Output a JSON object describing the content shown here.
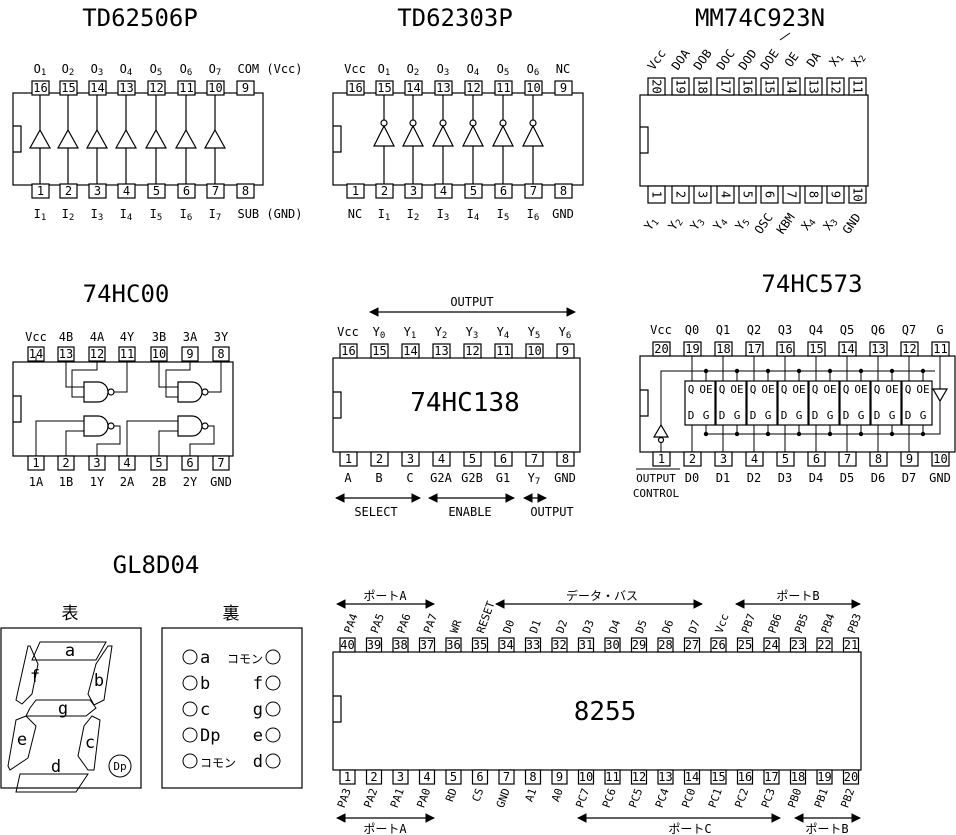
{
  "td62506p": {
    "title": "TD62506P",
    "top_labels": [
      "O1",
      "O2",
      "O3",
      "O4",
      "O5",
      "O6",
      "O7",
      "COM (Vcc)"
    ],
    "top_pins": [
      "16",
      "15",
      "14",
      "13",
      "12",
      "11",
      "10",
      "9"
    ],
    "bottom_pins": [
      "1",
      "2",
      "3",
      "4",
      "5",
      "6",
      "7",
      "8"
    ],
    "bottom_labels": [
      "I1",
      "I2",
      "I3",
      "I4",
      "I5",
      "I6",
      "I7",
      "SUB (GND)"
    ]
  },
  "td62303p": {
    "title": "TD62303P",
    "top_labels": [
      "Vcc",
      "O1",
      "O2",
      "O3",
      "O4",
      "O5",
      "O6",
      "NC"
    ],
    "top_pins": [
      "16",
      "15",
      "14",
      "13",
      "12",
      "11",
      "10",
      "9"
    ],
    "bottom_pins": [
      "1",
      "2",
      "3",
      "4",
      "5",
      "6",
      "7",
      "8"
    ],
    "bottom_labels": [
      "NC",
      "I1",
      "I2",
      "I3",
      "I4",
      "I5",
      "I6",
      "GND"
    ]
  },
  "mm74c923n": {
    "title": "MM74C923N",
    "top_labels": [
      "Vcc",
      "DOA",
      "DOB",
      "DOC",
      "DOD",
      "DOE",
      "OE",
      "DA",
      "X1",
      "X2"
    ],
    "top_pins": [
      "20",
      "19",
      "18",
      "17",
      "16",
      "15",
      "14",
      "13",
      "12",
      "11"
    ],
    "bottom_pins": [
      "1",
      "2",
      "3",
      "4",
      "5",
      "6",
      "7",
      "8",
      "9",
      "10"
    ],
    "bottom_labels": [
      "Y1",
      "Y2",
      "Y3",
      "Y4",
      "Y5",
      "OSC",
      "KBM",
      "X4",
      "X3",
      "GND"
    ]
  },
  "hc00": {
    "title": "74HC00",
    "top_labels": [
      "Vcc",
      "4B",
      "4A",
      "4Y",
      "3B",
      "3A",
      "3Y"
    ],
    "top_pins": [
      "14",
      "13",
      "12",
      "11",
      "10",
      "9",
      "8"
    ],
    "bottom_pins": [
      "1",
      "2",
      "3",
      "4",
      "5",
      "6",
      "7"
    ],
    "bottom_labels": [
      "1A",
      "1B",
      "1Y",
      "2A",
      "2B",
      "2Y",
      "GND"
    ]
  },
  "hc138": {
    "chip_label": "74HC138",
    "output_label": "OUTPUT",
    "top_labels": [
      "Vcc",
      "Y0",
      "Y1",
      "Y2",
      "Y3",
      "Y4",
      "Y5",
      "Y6"
    ],
    "top_pins": [
      "16",
      "15",
      "14",
      "13",
      "12",
      "11",
      "10",
      "9"
    ],
    "bottom_pins": [
      "1",
      "2",
      "3",
      "4",
      "5",
      "6",
      "7",
      "8"
    ],
    "bottom_labels": [
      "A",
      "B",
      "C",
      "G2A",
      "G2B",
      "G1",
      "Y7",
      "GND"
    ],
    "select_label": "SELECT",
    "enable_label": "ENABLE",
    "output_label_bottom": "OUTPUT"
  },
  "hc573": {
    "title": "74HC573",
    "top_labels": [
      "Vcc",
      "Q0",
      "Q1",
      "Q2",
      "Q3",
      "Q4",
      "Q5",
      "Q6",
      "Q7",
      "G"
    ],
    "top_pins": [
      "20",
      "19",
      "18",
      "17",
      "16",
      "15",
      "14",
      "13",
      "12",
      "11"
    ],
    "bottom_pins": [
      "1",
      "2",
      "3",
      "4",
      "5",
      "6",
      "7",
      "8",
      "9",
      "10"
    ],
    "bottom_labels": [
      "",
      "D0",
      "D1",
      "D2",
      "D3",
      "D4",
      "D5",
      "D6",
      "D7",
      "GND"
    ],
    "cell_q": "Q",
    "cell_oe": "OE",
    "cell_d": "D",
    "cell_g": "G",
    "oc_line1": "OUTPUT",
    "oc_line2": "CONTROL"
  },
  "gl8d04": {
    "title": "GL8D04",
    "front_label": "表",
    "back_label": "裏",
    "segments": [
      "a",
      "b",
      "c",
      "d",
      "e",
      "f",
      "g"
    ],
    "dp_label": "Dp",
    "back_left": [
      "a",
      "b",
      "c",
      "Dp",
      "コモン"
    ],
    "back_right": [
      "コモン",
      "f",
      "g",
      "e",
      "d"
    ]
  },
  "i8255": {
    "chip_label": "8255",
    "top_labels": [
      "PA4",
      "PA5",
      "PA6",
      "PA7",
      "WR",
      "RESET",
      "D0",
      "D1",
      "D2",
      "D3",
      "D4",
      "D5",
      "D6",
      "D7",
      "Vcc",
      "PB7",
      "PB6",
      "PB5",
      "PB4",
      "PB3"
    ],
    "top_pins": [
      "40",
      "39",
      "38",
      "37",
      "36",
      "35",
      "34",
      "33",
      "32",
      "31",
      "30",
      "29",
      "28",
      "27",
      "26",
      "25",
      "24",
      "23",
      "22",
      "21"
    ],
    "bottom_pins": [
      "1",
      "2",
      "3",
      "4",
      "5",
      "6",
      "7",
      "8",
      "9",
      "10",
      "11",
      "12",
      "13",
      "14",
      "15",
      "16",
      "17",
      "18",
      "19",
      "20"
    ],
    "bottom_labels": [
      "PA3",
      "PA2",
      "PA1",
      "PA0",
      "RD",
      "CS",
      "GND",
      "A1",
      "A0",
      "PC7",
      "PC6",
      "PC5",
      "PC4",
      "PC0",
      "PC1",
      "PC2",
      "PC3",
      "PB0",
      "PB1",
      "PB2"
    ],
    "port_a_top": "ポートA",
    "data_bus": "データ・バス",
    "port_b_top": "ポートB",
    "port_a_bottom": "ポートA",
    "port_c_bottom": "ポートC",
    "port_b_bottom": "ポートB"
  }
}
